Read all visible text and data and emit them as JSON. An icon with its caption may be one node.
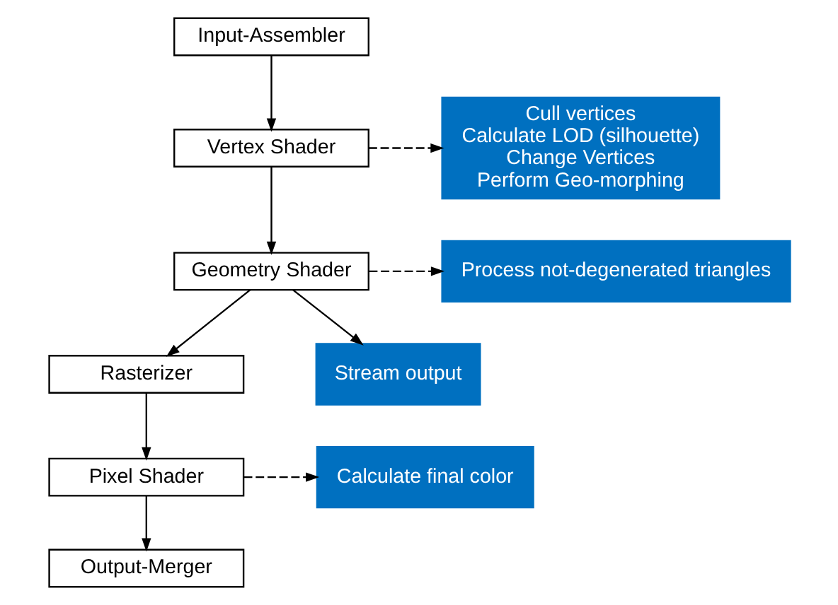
{
  "diagram": {
    "nodes": [
      {
        "text": [
          "Input-Assembler"
        ]
      },
      {
        "text": [
          "Vertex Shader"
        ]
      },
      {
        "text": [
          "Geometry Shader"
        ]
      },
      {
        "text": [
          "Rasterizer"
        ]
      },
      {
        "text": [
          "Pixel Shader"
        ]
      },
      {
        "text": [
          "Output-Merger"
        ]
      },
      {
        "text": [
          "Cull vertices",
          "Calculate LOD (silhouette)",
          "Change Vertices",
          "Perform Geo-morphing"
        ]
      },
      {
        "text": [
          "Process not-degenerated triangles"
        ]
      },
      {
        "text": [
          "Stream output"
        ]
      },
      {
        "text": [
          "Calculate final color"
        ]
      }
    ],
    "edges": [
      {
        "from": 0,
        "to": 1,
        "arrow": "to"
      },
      {
        "from": 1,
        "to": 2,
        "arrow": "to"
      },
      {
        "from": 2,
        "to": 3,
        "arrow": "to"
      },
      {
        "from": 2,
        "to": 8,
        "arrow": "to"
      },
      {
        "from": 3,
        "to": 4,
        "arrow": "to"
      },
      {
        "from": 4,
        "to": 5,
        "arrow": "to"
      },
      {
        "from": 1,
        "to": 6,
        "arrow": "to",
        "style": "dashed"
      },
      {
        "from": 2,
        "to": 7,
        "arrow": "to",
        "style": "dashed"
      },
      {
        "from": 4,
        "to": 9,
        "arrow": "to",
        "style": "dashed"
      }
    ]
  }
}
